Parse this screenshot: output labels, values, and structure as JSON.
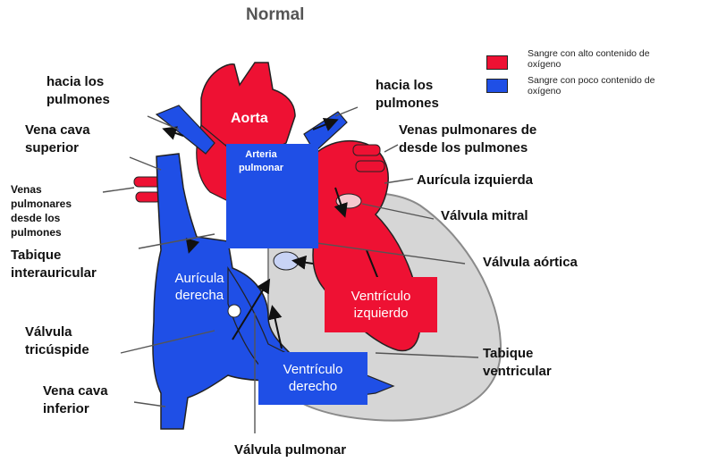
{
  "title": "Normal",
  "colors": {
    "oxygen_rich": "#ee1133",
    "oxygen_poor": "#1f4fe6",
    "septum_gray": "#d6d6d6"
  },
  "legend": [
    {
      "color": "#ee1133",
      "label": "Sangre con alto contenido de\noxígeno"
    },
    {
      "color": "#1f4fe6",
      "label": "Sangre con poco contenido de\noxígeno"
    }
  ],
  "inner_labels": {
    "aorta": "Aorta",
    "arteria_pulmonar": "Arteria\npulmonar",
    "auricula_derecha": "Aurícula\nderecha",
    "ventriculo_izquierdo": "Ventrículo\nizquierdo",
    "ventriculo_derecho": "Ventrículo\nderecho"
  },
  "labels": {
    "hacia_pulmones_left": "hacia los\npulmones",
    "vena_cava_superior": "Vena cava\nsuperior",
    "venas_pulmonares_left": "Venas\npulmonares\ndesde  los\npulmones",
    "tabique_interauricular": "Tabique\ninterauricular",
    "valvula_tricuspide": "Válvula\ntricúspide",
    "vena_cava_inferior": "Vena cava\ninferior",
    "hacia_pulmones_right": "hacia los\npulmones",
    "venas_pulmonares_right": "Venas pulmonares de\ndesde los pulmones",
    "auricula_izquierda": "Aurícula izquierda",
    "valvula_mitral": "Válvula mitral",
    "valvula_aortica": "Válvula aórtica",
    "tabique_ventricular": "Tabique\nventricular",
    "valvula_pulmonar": "Válvula pulmonar"
  }
}
